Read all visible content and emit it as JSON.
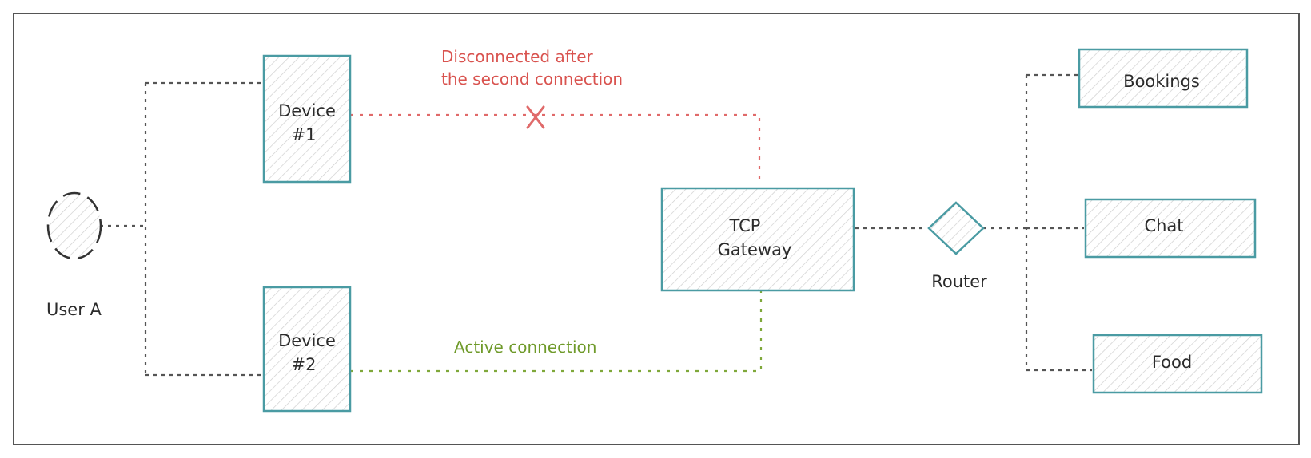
{
  "nodes": {
    "user": {
      "label": "User A"
    },
    "device1": {
      "label_line1": "Device",
      "label_line2": "#1"
    },
    "device2": {
      "label_line1": "Device",
      "label_line2": "#2"
    },
    "gateway": {
      "label_line1": "TCP",
      "label_line2": "Gateway"
    },
    "router": {
      "label": "Router"
    },
    "bookings": {
      "label": "Bookings"
    },
    "chat": {
      "label": "Chat"
    },
    "food": {
      "label": "Food"
    }
  },
  "annotations": {
    "disconnected_line1": "Disconnected after",
    "disconnected_line2": "the second connection",
    "active": "Active connection"
  },
  "colors": {
    "frame": "#555555",
    "box_stroke": "#4a9ba3",
    "hatch": "#c9c9c9",
    "connector": "#555555",
    "disconnected": "#e06a6a",
    "active": "#7fa83a"
  }
}
